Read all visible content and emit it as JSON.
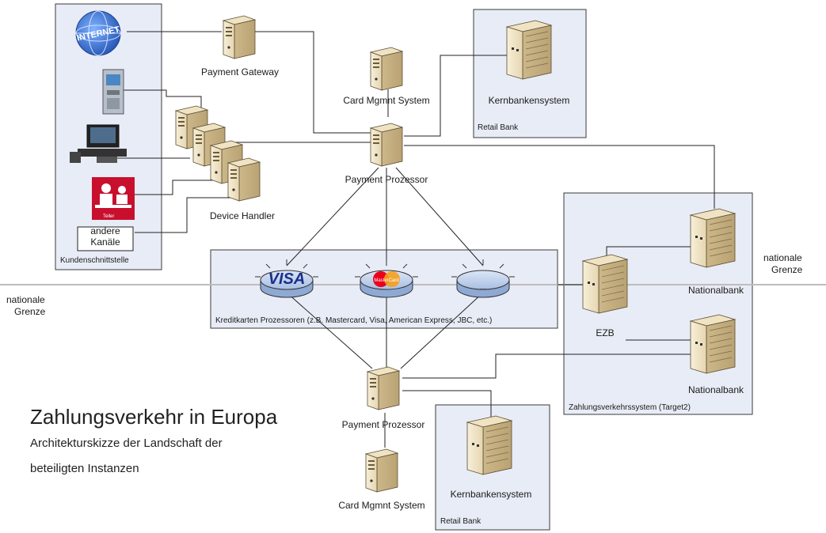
{
  "title": "Zahlungsverkehr in Europa",
  "subtitle_line1": "Architekturskizze der Landschaft der",
  "subtitle_line2": "beteiligten Instanzen",
  "boxes": {
    "customer": "Kundenschnittstelle",
    "retail_top": "Retail Bank",
    "retail_bottom": "Retail Bank",
    "cards": "Kreditkarten Prozessoren (z.B. Mastercard, Visa, American Express, JBC, etc.)",
    "target2": "Zahlungsverkehrssystem (Target2)"
  },
  "nodes": {
    "payment_gateway": "Payment Gateway",
    "card_mgmt_top": "Card Mgmnt System",
    "core_banking_top": "Kernbankensystem",
    "payment_processor_top": "Payment Prozessor",
    "device_handler": "Device Handler",
    "payment_processor_bottom": "Payment Prozessor",
    "card_mgmt_bottom": "Card Mgmnt System",
    "core_banking_bottom": "Kernbankensystem",
    "ezb": "EZB",
    "nationalbank_top": "Nationalbank",
    "nationalbank_bottom": "Nationalbank",
    "other_channels_1": "andere",
    "other_channels_2": "Kanäle",
    "teller": "Teller"
  },
  "border": {
    "left_1": "nationale",
    "left_2": "Grenze",
    "right_1": "nationale",
    "right_2": "Grenze"
  },
  "card_networks": {
    "visa": "VISA",
    "mastercard": "MasterCard",
    "other": "..."
  },
  "icons": {
    "internet": "INTERNET"
  },
  "colors": {
    "box_fill": "#e8ecf6",
    "box_stroke": "#3a3a3a",
    "server_light": "#f4ead2",
    "server_dark": "#d2bf94",
    "line": "#222222",
    "visa_blue": "#1a2f8a",
    "disk_fill": "#b9cce8",
    "teller_red": "#c8102e"
  }
}
